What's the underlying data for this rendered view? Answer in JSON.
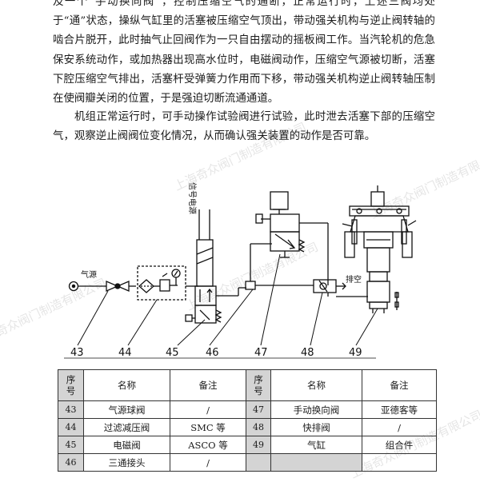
{
  "paragraphs": [
    "及一个“手动换向阀”，控制压缩空气的通断，正常运行时，上述三阀均处于“通”状态，操纵气缸里的活塞被压缩空气顶出，带动强关机构与逆止阀转轴的啮合片脱开，此时抽气止回阀作为一只自由摆动的摇板阀工作。当汽轮机的危急保安系统动作，或加热器出现高水位时，电磁阀动作，压缩空气源被切断，活塞下腔压缩空气排出，活塞杆受弹簧力作用而下移，带动强关机构逆止阀转轴压制在使阀瓣关闭的位置，于是强迫切断流通通道。",
    "机组正常运行时，可手动操作试验阀进行试验，此时泄去活塞下部的压缩空气，观察逆止阀阀位变化情况，从而确认强关装置的动作是否可靠。"
  ],
  "watermarks": [
    "上海奇众阀门制造有限公司",
    "上海奇众阀门制造有限公司",
    "上海奇众阀门制造有限公司",
    "上海奇众阀门制造有限公司",
    "上海奇众阀门制造有限公司"
  ],
  "diagram": {
    "labels": {
      "air_source": "气源",
      "signal_power": "信号电源",
      "exhaust": "排空"
    },
    "callouts": [
      "43",
      "44",
      "45",
      "46",
      "47",
      "48",
      "49"
    ]
  },
  "table": {
    "headers": {
      "seq": "序\n号",
      "name": "名称",
      "remark": "备注"
    },
    "rows": [
      {
        "n1": "43",
        "name1": "气源球阀",
        "rem1": "/",
        "n2": "47",
        "name2": "手动换向阀",
        "rem2": "亚德客等"
      },
      {
        "n1": "44",
        "name1": "过滤减压阀",
        "rem1": "SMC 等",
        "n2": "48",
        "name2": "快排阀",
        "rem2": "/"
      },
      {
        "n1": "45",
        "name1": "电磁阀",
        "rem1": "ASCO 等",
        "n2": "49",
        "name2": "气缸",
        "rem2": "组合件"
      },
      {
        "n1": "46",
        "name1": "三通接头",
        "rem1": "/",
        "n2": "",
        "name2": "",
        "rem2": ""
      }
    ]
  }
}
